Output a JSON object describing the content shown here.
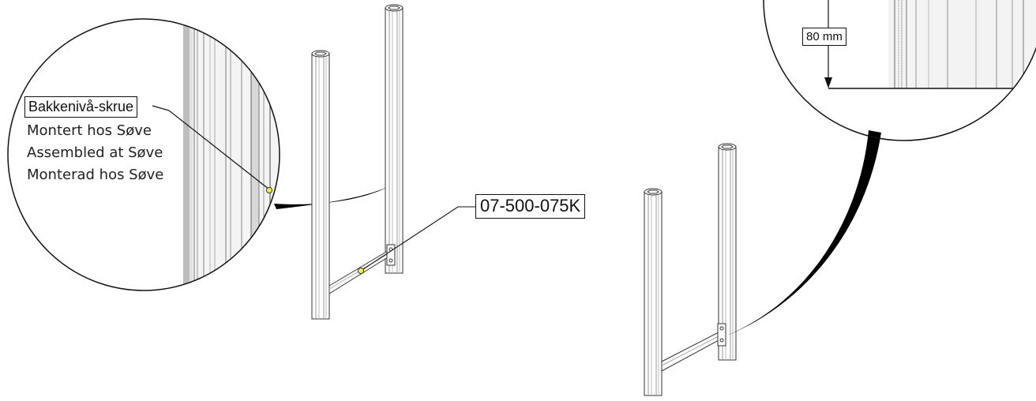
{
  "callouts": {
    "screw_label": "Bakkenivå-skrue",
    "note_lines": [
      "Montert hos Søve",
      "Assembled at Søve",
      "Monterad hos Søve"
    ],
    "part_number": "07-500-075K",
    "dimension": "80 mm"
  },
  "colors": {
    "highlight_marker": "#f2ee3a",
    "line": "#111111",
    "zoom_wedge": "#000000"
  }
}
